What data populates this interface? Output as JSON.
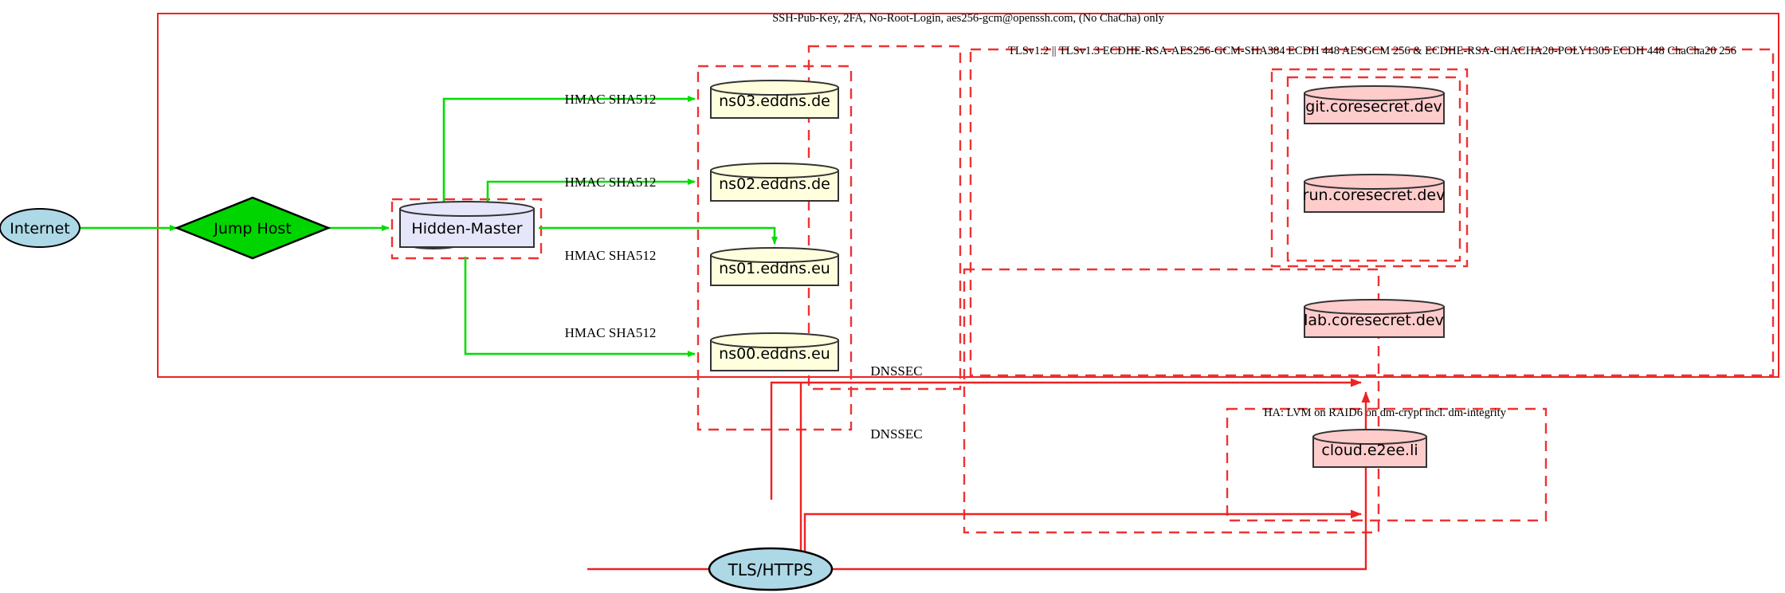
{
  "diagram": {
    "title_boxes": {
      "ssh_policy": "SSH-Pub-Key, 2FA, No-Root-Login, aes256-gcm@openssh.com, (No ChaCha) only",
      "tls_policy": "TLSv1.2 || TLSv1.3 ECDHE-RSA-AES256-GCM-SHA384 ECDH 448 AESGCM 256 & ECDHE-RSA-CHACHA20-POLY1305 ECDH 448 ChaCha20 256",
      "ha_policy": "HA: LVM on RAID6 on dm-crypt incl. dm-integrity"
    },
    "nodes": {
      "internet": "Internet",
      "jump_host": "Jump Host",
      "hidden_master": "Hidden-Master",
      "ns03": "ns03.eddns.de",
      "ns02": "ns02.eddns.de",
      "ns01": "ns01.eddns.eu",
      "ns00": "ns00.eddns.eu",
      "git": "git.coresecret.dev",
      "run": "run.coresecret.dev",
      "lab": "lab.coresecret.dev",
      "cloud": "cloud.e2ee.li",
      "tls_https": "TLS/HTTPS"
    },
    "edge_labels": {
      "hmac_ns03": "HMAC SHA512",
      "hmac_ns02": "HMAC SHA512",
      "hmac_ns01": "HMAC SHA512",
      "hmac_ns00": "HMAC SHA512",
      "dnssec_upper": "DNSSEC",
      "dnssec_lower": "DNSSEC"
    },
    "colors": {
      "boundary_red": "#ee2222",
      "edge_green": "#00dd00",
      "ellipse_fill": "#add8e6",
      "diamond_fill": "#00d500",
      "master_fill": "#e6e6fa",
      "dns_fill": "#ffffdd",
      "service_fill": "#ffcccc",
      "stroke_dark": "#333333"
    }
  }
}
